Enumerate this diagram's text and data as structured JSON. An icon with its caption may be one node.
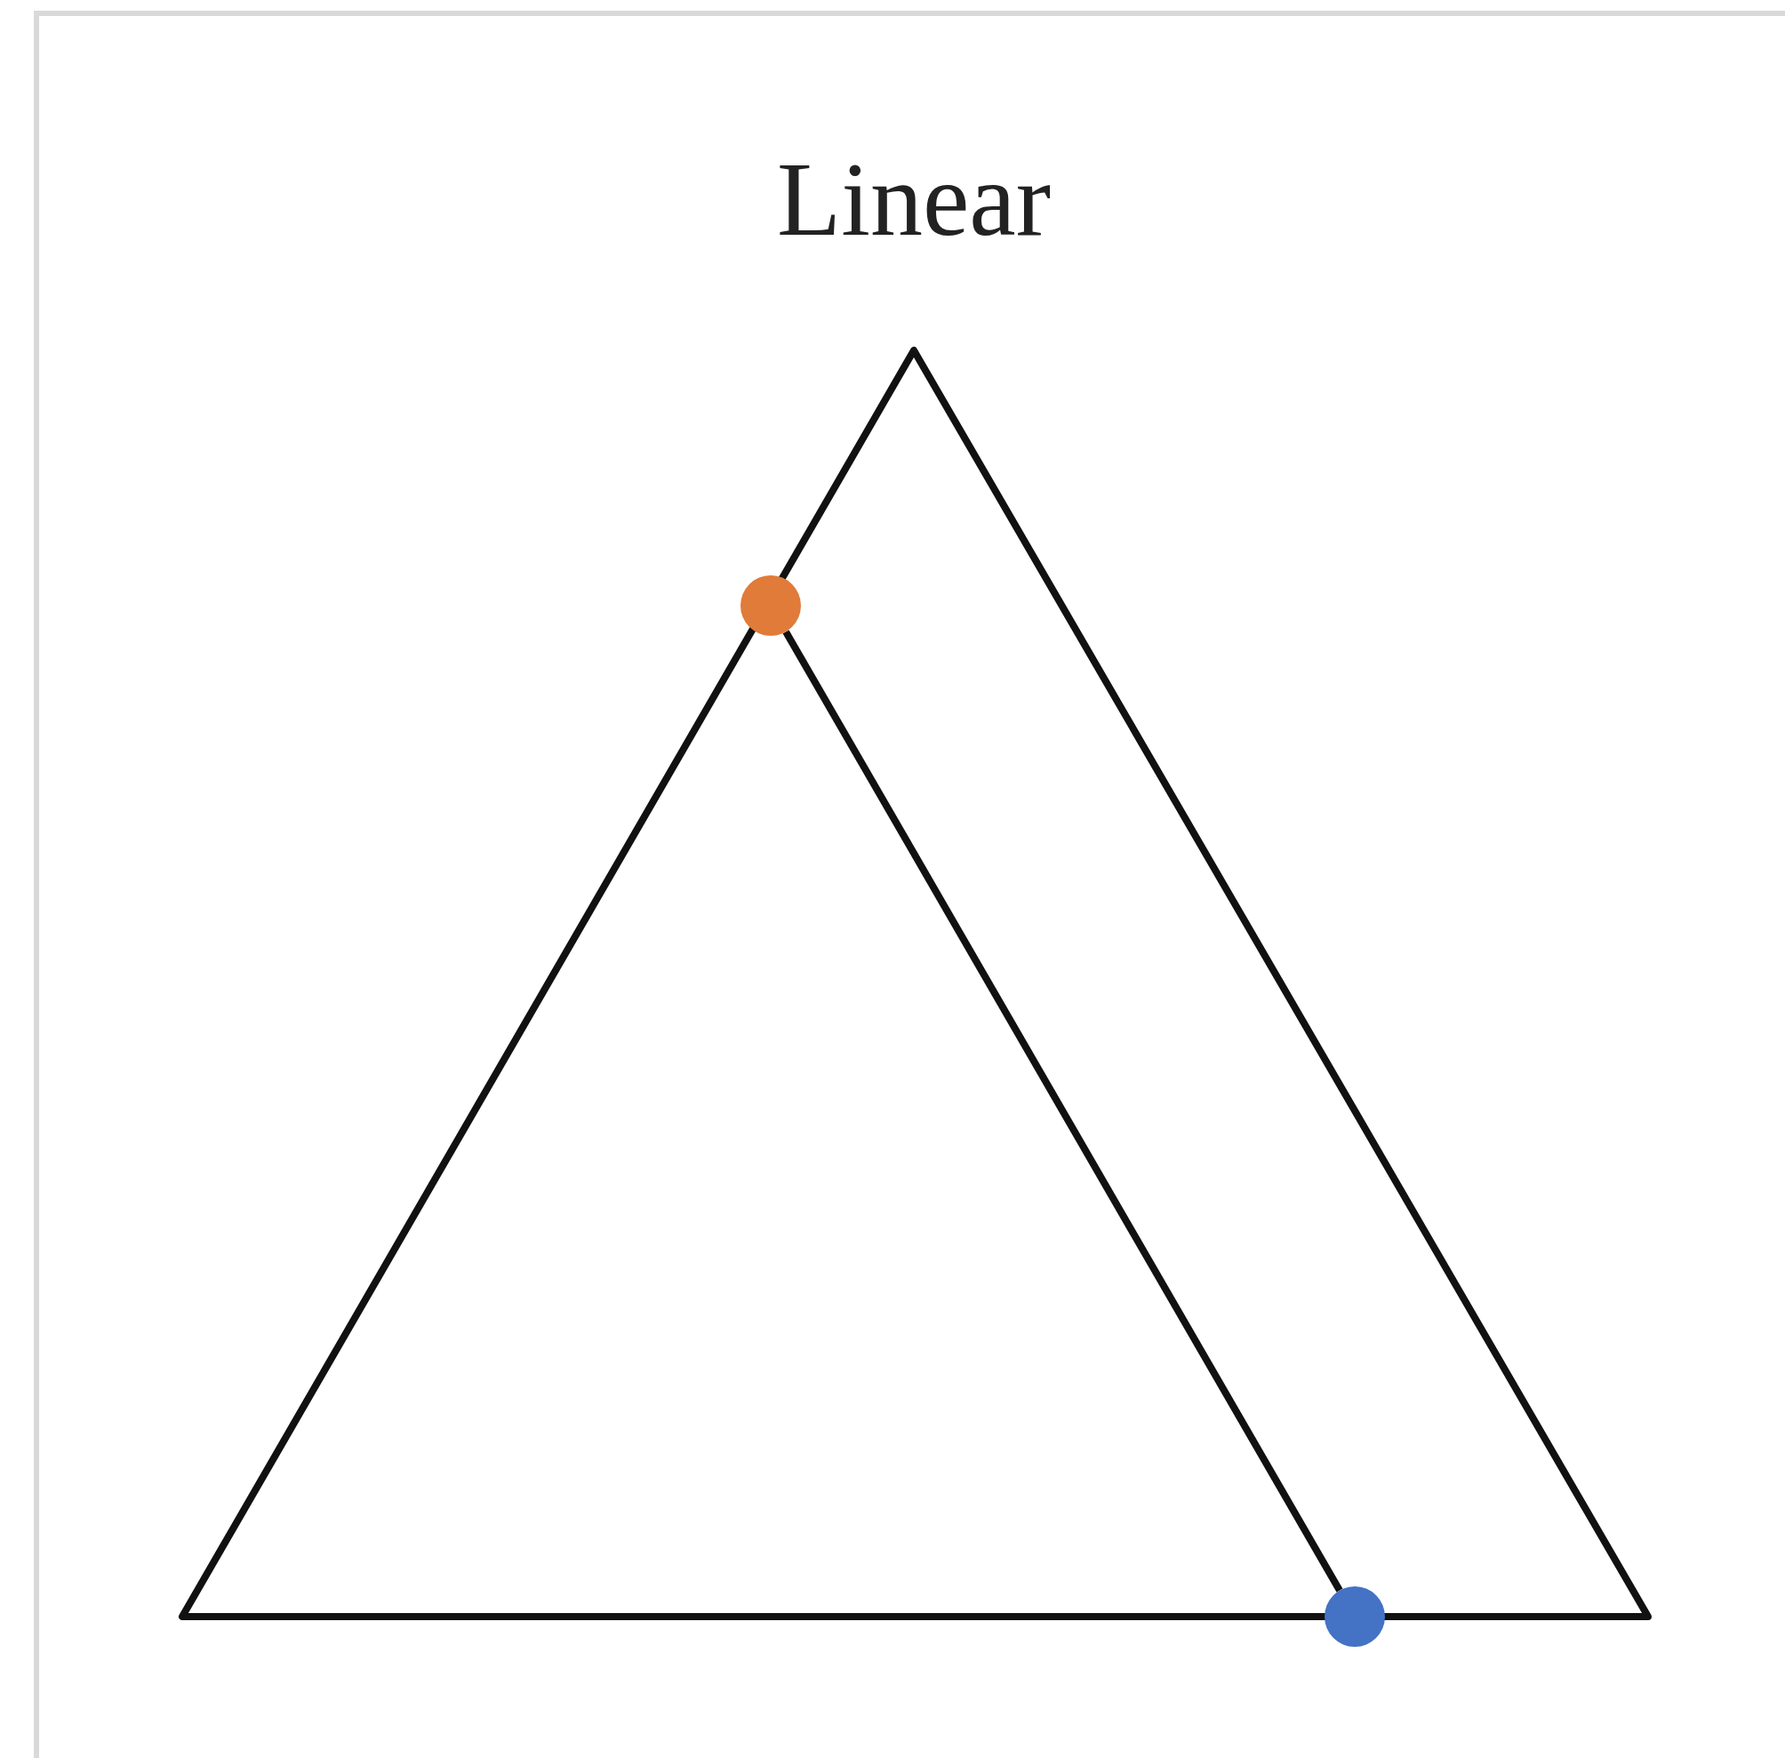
{
  "diagram": {
    "title": "Linear",
    "nodes": [
      {
        "text": [],
        "shape": "circle"
      },
      {
        "text": [],
        "shape": "circle"
      }
    ],
    "edges": [
      {
        "from": 0,
        "to": 1,
        "arrow": "none"
      }
    ]
  }
}
